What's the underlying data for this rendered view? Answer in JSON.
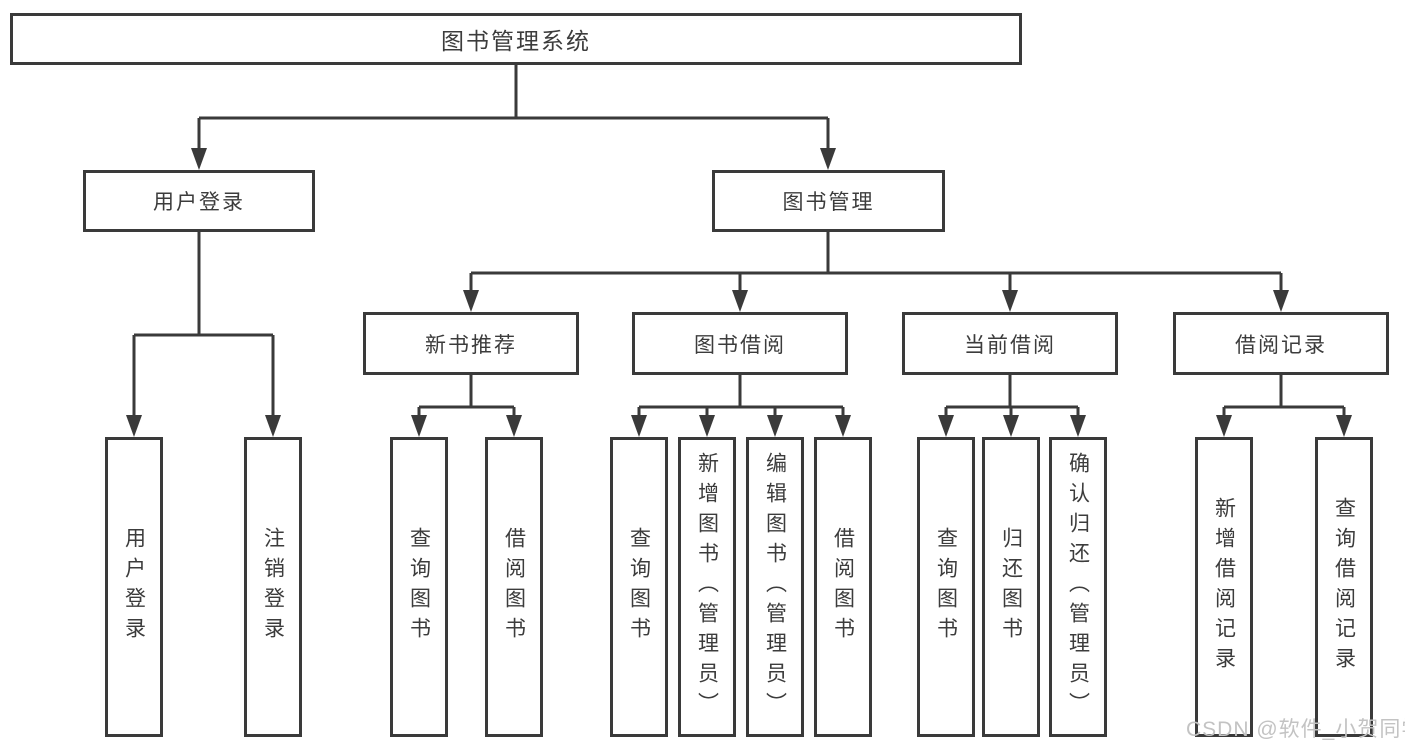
{
  "tree": {
    "root": "图书管理系统",
    "children": [
      {
        "label": "用户登录",
        "children": [
          {
            "label": "用户登录"
          },
          {
            "label": "注销登录"
          }
        ]
      },
      {
        "label": "图书管理",
        "children": [
          {
            "label": "新书推荐",
            "children": [
              {
                "label": "查询图书"
              },
              {
                "label": "借阅图书"
              }
            ]
          },
          {
            "label": "图书借阅",
            "children": [
              {
                "label": "查询图书"
              },
              {
                "label": "新增图书（管理员）"
              },
              {
                "label": "编辑图书（管理员）"
              },
              {
                "label": "借阅图书"
              }
            ]
          },
          {
            "label": "当前借阅",
            "children": [
              {
                "label": "查询图书"
              },
              {
                "label": "归还图书"
              },
              {
                "label": "确认归还（管理员）"
              }
            ]
          },
          {
            "label": "借阅记录",
            "children": [
              {
                "label": "新增借阅记录"
              },
              {
                "label": "查询借阅记录"
              }
            ]
          }
        ]
      }
    ]
  },
  "watermark": "CSDN @软件_小贺同学",
  "colors": {
    "line": "#3a3a3a",
    "text": "#3c3c3c",
    "box_fill": "#ffffff",
    "watermark": "#c3c3c3",
    "bg": "#ffffff"
  }
}
